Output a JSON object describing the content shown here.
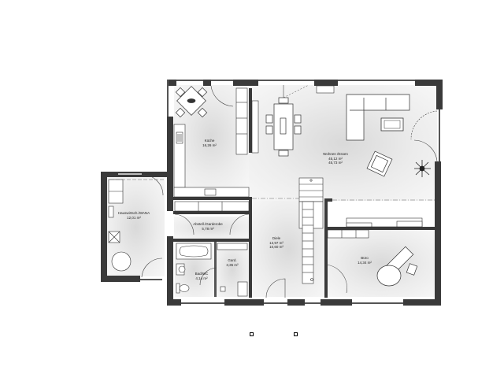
{
  "plan": {
    "type": "floor-plan",
    "rooms": [
      {
        "id": "kueche",
        "name": "Küche",
        "area": "16,26 m²"
      },
      {
        "id": "wohnen",
        "name": "Wohnen /Essen",
        "area": "45,12 m²",
        "area2": "45,73 m²"
      },
      {
        "id": "hauswirtschaft",
        "name": "Hauswirtsch./WANA",
        "area": "12,01 m²"
      },
      {
        "id": "abstellraum",
        "name": "Abstell./Garderobe",
        "area": "5,78 m²"
      },
      {
        "id": "diele",
        "name": "Diele",
        "area": "13,97 m²",
        "area2": "10,60 m²"
      },
      {
        "id": "buero",
        "name": "Büro",
        "area": "14,34 m²"
      },
      {
        "id": "bad",
        "name": "Bad/WC",
        "area": "4,14 m²"
      },
      {
        "id": "gard",
        "name": "Gard.",
        "area": "3,35 m²"
      }
    ],
    "markers": [
      {
        "id": "marker-1",
        "label": ""
      },
      {
        "id": "marker-2",
        "label": ""
      }
    ]
  },
  "colors": {
    "wall": "#3a3a3a",
    "floor_shade": "#dcdcdc",
    "background": "#ffffff"
  }
}
